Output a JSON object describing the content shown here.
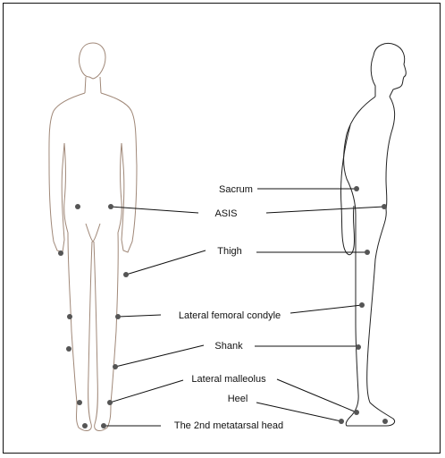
{
  "labels": {
    "sacrum": "Sacrum",
    "asis": "ASIS",
    "thigh": "Thigh",
    "lateral_femoral_condyle": "Lateral femoral condyle",
    "shank": "Shank",
    "lateral_malleolus": "Lateral malleolus",
    "heel": "Heel",
    "second_metatarsal_head": "The 2nd metatarsal head"
  },
  "colors": {
    "front_body_outline": "#a08878",
    "side_body_outline": "#222222",
    "marker": "#555555",
    "leader_line": "#111111"
  }
}
